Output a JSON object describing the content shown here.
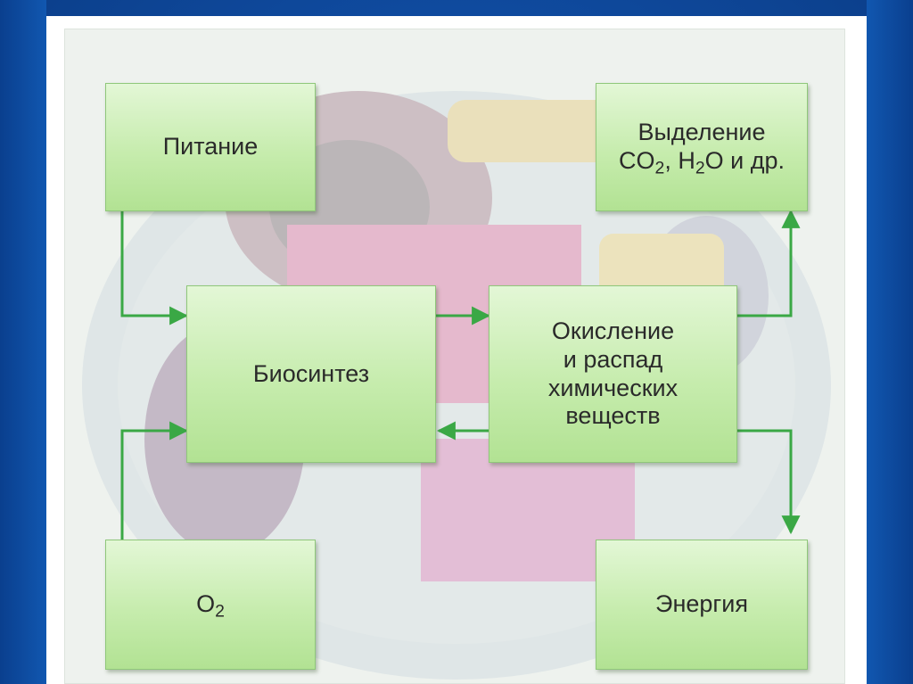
{
  "diagram": {
    "nodes": {
      "pitanie": {
        "text": "Питание"
      },
      "vydelenie": {
        "line1": "Выделение",
        "line2_a": "CO",
        "line2_sub1": "2",
        "line2_b": ", H",
        "line2_sub2": "2",
        "line2_c": "O и др."
      },
      "biosintez": {
        "text": "Биосинтез"
      },
      "okislenie": {
        "lines": [
          "Окисление",
          "и распад",
          "химических",
          "веществ"
        ]
      },
      "o2": {
        "base": "O",
        "sub": "2"
      },
      "energiya": {
        "text": "Энергия"
      }
    },
    "edges": [
      {
        "from": "pitanie",
        "to": "biosintez"
      },
      {
        "from": "biosintez",
        "to": "okislenie"
      },
      {
        "from": "okislenie",
        "to": "biosintez"
      },
      {
        "from": "okislenie",
        "to": "vydelenie"
      },
      {
        "from": "okislenie",
        "to": "energiya"
      },
      {
        "from": "o2",
        "to": "biosintez"
      }
    ],
    "colors": {
      "arrow": "#3aa845",
      "box_fill": "#c6ecad",
      "box_border": "#8fc77a",
      "frame": "#0f4a9e"
    }
  }
}
